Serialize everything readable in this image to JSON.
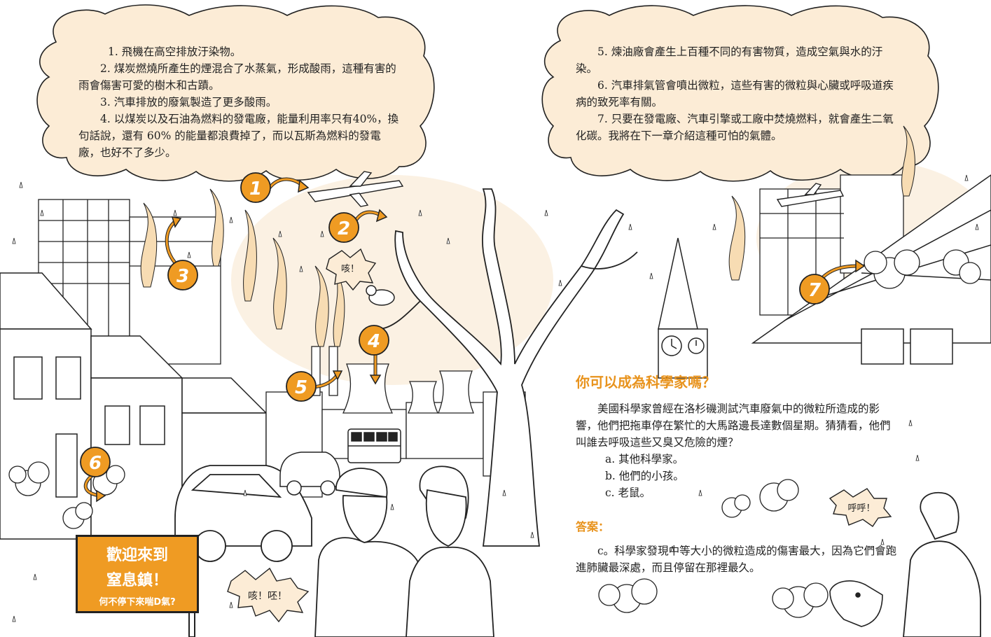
{
  "left_panel": {
    "paragraphs": [
      "1. 飛機在高空排放汙染物。",
      "2. 煤炭燃燒所產生的煙混合了水蒸氣，形成酸雨，這種有害的雨會傷害可愛的樹木和古蹟。",
      "3. 汽車排放的廢氣製造了更多酸雨。",
      "4. 以煤炭以及石油為燃料的發電廠，能量利用率只有40%，換句話說，還有 60% 的能量都浪費掉了，而以瓦斯為燃料的發電廠，也好不了多少。"
    ]
  },
  "right_panel": {
    "paragraphs": [
      "5. 煉油廠會產生上百種不同的有害物質，造成空氣與水的汙染。",
      "6. 汽車排氣管會噴出微粒，這些有害的微粒與心臟或呼吸道疾病的致死率有關。",
      "7. 只要在發電廠、汽車引擎或工廠中焚燒燃料，就會產生二氧化碳。我將在下一章介紹這種可怕的氣體。"
    ]
  },
  "scientist_section": {
    "title": "你可以成為科學家嗎？",
    "question": "美國科學家曾經在洛杉磯測試汽車廢氣中的微粒所造成的影響，他們把拖車停在繁忙的大馬路邊長達數個星期。猜猜看，他們叫誰去呼吸這些又臭又危險的煙？",
    "options": [
      "a. 其他科學家。",
      "b. 他們的小孩。",
      "c. 老鼠。"
    ],
    "answer_title": "答案：",
    "answer": "c。科學家發現中等大小的微粒造成的傷害最大，因為它們會跑進肺臟最深處，而且停留在那裡最久。"
  },
  "illustration": {
    "markers": [
      "1",
      "2",
      "3",
      "4",
      "5",
      "6",
      "7"
    ],
    "bubble_cough_bird": "咳！",
    "bubble_cough_man": "咳！呸！",
    "bubble_breath": "呼呼！",
    "sign": {
      "line1": "歡迎來到",
      "line2": "窒息鎮！",
      "line3": "何不停下來喘D氣?"
    },
    "colors": {
      "accent": "#ef9b23",
      "cloud_fill": "#fcecd6",
      "smoke": "#f7dcb3",
      "ink": "#222222"
    }
  }
}
